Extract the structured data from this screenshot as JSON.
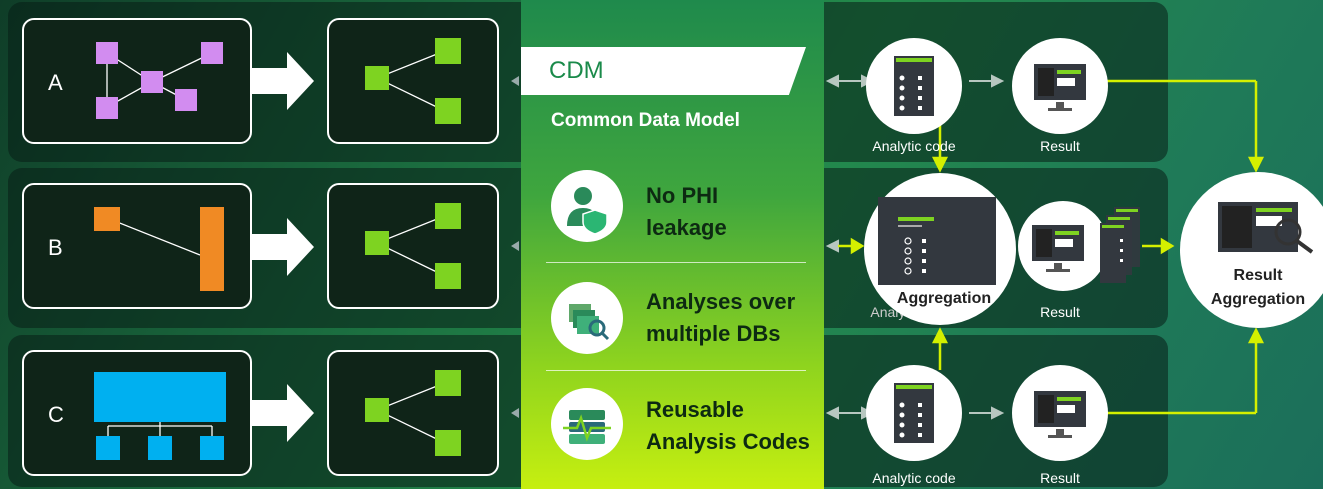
{
  "rows": [
    {
      "letter": "A",
      "analytic_caption": "Analytic code",
      "result_caption": "Result"
    },
    {
      "letter": "B",
      "analytic_caption": "Analytic code",
      "result_caption": "Result"
    },
    {
      "letter": "C",
      "analytic_caption": "Analytic code",
      "result_caption": "Result"
    }
  ],
  "cdm": {
    "title": "CDM",
    "subtitle": "Common Data Model",
    "features": [
      {
        "line1": "No PHI",
        "line2": "leakage",
        "icon": "person-shield-icon"
      },
      {
        "line1": "Analyses over",
        "line2": "multiple DBs",
        "icon": "multi-database-search-icon"
      },
      {
        "line1": "Reusable",
        "line2": "Analysis Codes",
        "icon": "code-server-pulse-icon"
      }
    ]
  },
  "aggregation": {
    "label": "Aggregation"
  },
  "result_aggregation": {
    "line1": "Result",
    "line2": "Aggregation"
  },
  "colors": {
    "accent": "#c8f000",
    "box_green": "#7ed321",
    "purple": "#d28cf0",
    "orange": "#f08a24",
    "blue": "#00b0f0",
    "dark_box": "#0f2418"
  }
}
